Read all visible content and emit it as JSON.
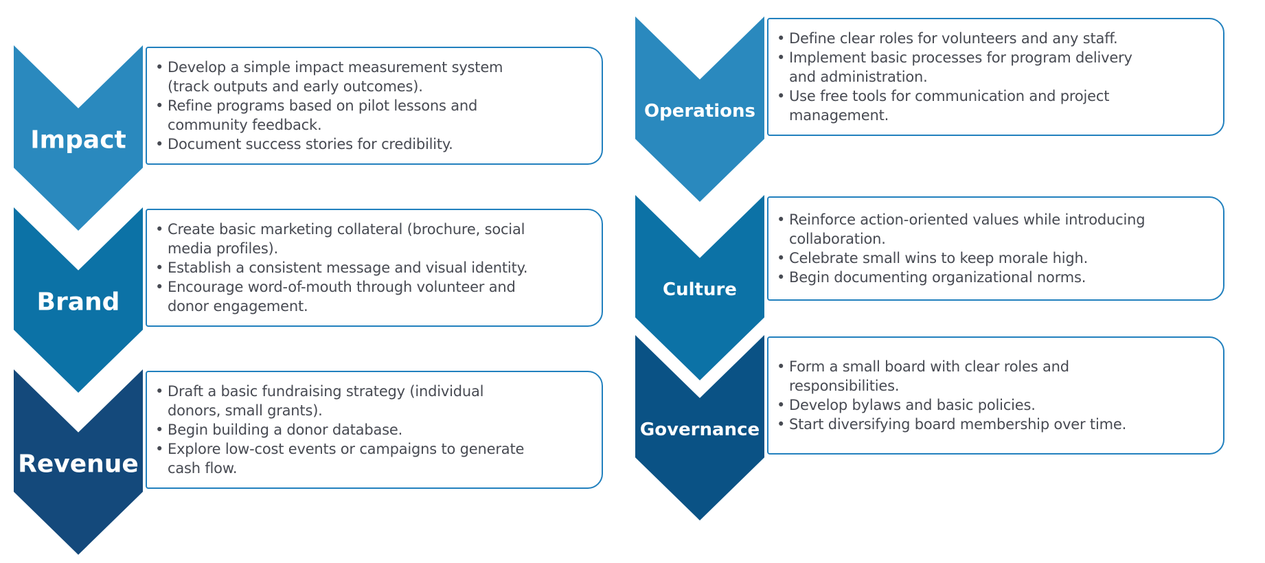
{
  "styles": {
    "bullet_char": "•",
    "box_border_color": "#2180BE",
    "body_text_color": "#474A52",
    "label_text_color": "#FFFFFF"
  },
  "columns": [
    {
      "name": "left",
      "items": [
        {
          "label": "Impact",
          "color": "#2A89BE",
          "bullets": [
            "Develop a simple impact measurement system\n(track outputs and early outcomes).",
            "Refine programs based on pilot lessons and\ncommunity feedback.",
            "Document success stories for credibility."
          ]
        },
        {
          "label": "Brand",
          "color": "#0C72A6",
          "bullets": [
            "Create basic marketing collateral (brochure, social\nmedia profiles).",
            "Establish a consistent message and visual identity.",
            "Encourage word-of-mouth through volunteer and\ndonor engagement."
          ]
        },
        {
          "label": "Revenue",
          "color": "#14497B",
          "bullets": [
            "Draft a basic fundraising strategy (individual\ndonors, small grants).",
            "Begin building a donor database.",
            "Explore low-cost events or campaigns to generate\ncash flow."
          ]
        }
      ]
    },
    {
      "name": "right",
      "items": [
        {
          "label": "Operations",
          "color": "#2A89BE",
          "bullets": [
            "Define clear roles for volunteers and any staff.",
            "Implement basic processes for program delivery\nand administration.",
            "Use free tools for communication and project\nmanagement."
          ]
        },
        {
          "label": "Culture",
          "color": "#0C72A6",
          "bullets": [
            "Reinforce action-oriented values while introducing\ncollaboration.",
            "Celebrate small wins to keep morale high.",
            "Begin documenting organizational norms."
          ]
        },
        {
          "label": "Governance",
          "color": "#0A5285",
          "bullets": [
            "Form a small board with clear roles and\nresponsibilities.",
            "Develop bylaws and basic policies.",
            "Start diversifying board membership over time."
          ]
        }
      ]
    }
  ]
}
